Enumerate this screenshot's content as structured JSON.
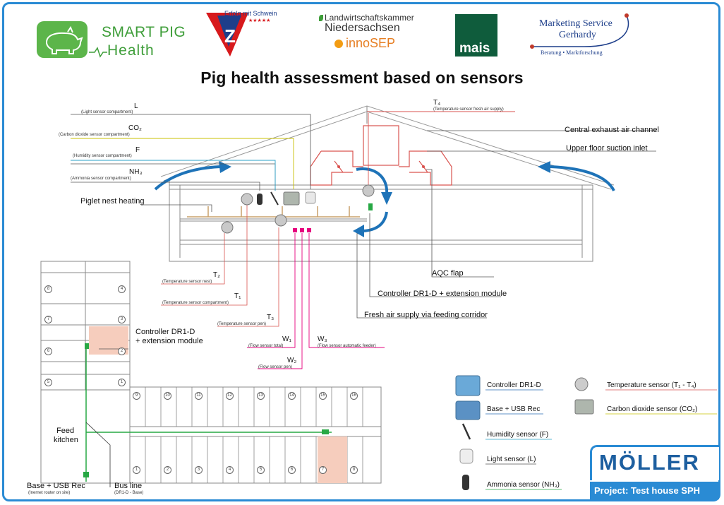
{
  "header": {
    "logo_smart_pig_line1": "SMART PIG",
    "logo_smart_pig_line2": "Health",
    "logo_vz_slogan": "Erfolg mit Schwein",
    "logo_vz_stars": "★★★★★",
    "logo_vz_letter": "Z",
    "logo_lwk_line1": "Landwirtschaftskammer",
    "logo_lwk_line2": "Niedersachsen",
    "logo_innosep": "innoSEP",
    "logo_mais": "mais",
    "logo_marketing_line1": "Marketing Service",
    "logo_marketing_line2": "Gerhardy",
    "logo_marketing_line3": "Beratung • Marktforschung"
  },
  "title": "Pig health assessment based on sensors",
  "sensors_top": {
    "L": {
      "code": "L",
      "desc": "(Light sensor compartment)"
    },
    "CO2": {
      "code": "CO₂",
      "desc": "(Carbon dioxide sensor compartment)"
    },
    "F": {
      "code": "F",
      "desc": "(Humidity sensor compartment)"
    },
    "NH3": {
      "code": "NH₃",
      "desc": "(Ammonia sensor compartment)"
    },
    "T4": {
      "code": "T₄",
      "desc": "(Temperature sensor fresh air supply)"
    }
  },
  "callouts": {
    "central_exhaust": "Central exhaust air channel",
    "upper_floor": "Upper floor suction inlet",
    "piglet_nest": "Piglet nest heating",
    "aqc_flap": "AQC flap",
    "controller_ext": "Controller DR1-D + extension module",
    "fresh_air": "Fresh air supply via feeding corridor",
    "plan_controller_line1": "Controller DR1-D",
    "plan_controller_line2": "+ extension module"
  },
  "sensors_low": {
    "T2": {
      "code": "T₂",
      "desc": "(Temperature sensor nest)"
    },
    "T1": {
      "code": "T₁",
      "desc": "(Temperature sensor compartment)"
    },
    "T3": {
      "code": "T₃",
      "desc": "(Temperature sensor pen)"
    },
    "W1": {
      "code": "W₁",
      "desc": "(Flow sensor total)"
    },
    "W2": {
      "code": "W₂",
      "desc": "(Flow sensor pen)"
    },
    "W3": {
      "code": "W₃",
      "desc": "(Flow sensor automatic feeder)"
    }
  },
  "plan": {
    "left_numbers_a": [
      "8",
      "7",
      "6",
      "5"
    ],
    "left_numbers_b": [
      "4",
      "3",
      "2",
      "1"
    ],
    "bottom_top_numbers": [
      "9",
      "10",
      "11",
      "12",
      "13",
      "14",
      "15",
      "16"
    ],
    "bottom_low_numbers": [
      "1",
      "2",
      "3",
      "4",
      "5",
      "6",
      "7",
      "8"
    ],
    "feed_kitchen_line1": "Feed",
    "feed_kitchen_line2": "kitchen",
    "base_usb": "Base + USB Rec",
    "base_usb_sub": "(Inernet router on site)",
    "bus_line": "Bus line",
    "bus_line_sub": "(DR1-D - Base)"
  },
  "legend": {
    "controller": "Controller DR1-D",
    "base_usb": "Base + USB Rec",
    "humidity": "Humidity sensor (F)",
    "light": "Light sensor (L)",
    "ammonia": "Ammonia sensor (NH₃)",
    "temperature": "Temperature sensor (T₁ - T₄)",
    "co2": "Carbon dioxide sensor (CO₂)"
  },
  "footer": {
    "brand": "MÖLLER",
    "project": "Project: Test house SPH"
  },
  "colors": {
    "frame_blue": "#2a8bd4",
    "arrow_blue": "#1e73b8",
    "exhaust_red": "#d9534f",
    "flow_magenta": "#e6007e",
    "bus_green": "#27a844",
    "pen_highlight": "#f6cdbd"
  }
}
